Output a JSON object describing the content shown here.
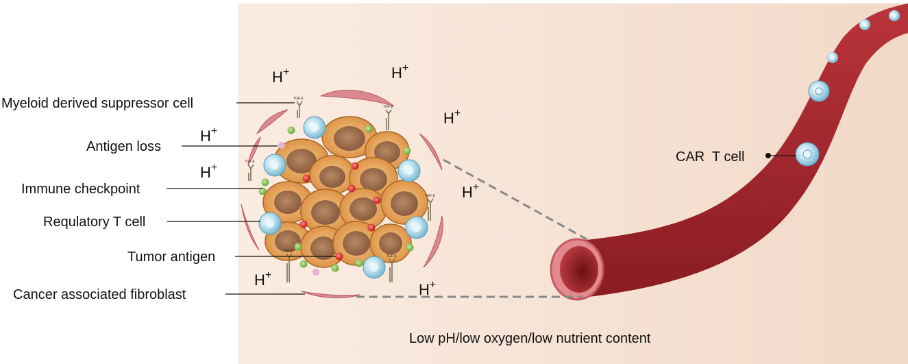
{
  "labels": {
    "mdsc": "Myeloid derived suppressor cell",
    "antigen_loss": "Antigen loss",
    "immune_checkpoint": "Immune checkpoint",
    "regulatory_t_cell": "Requlatory T cell",
    "tumor_antigen": "Tumor antigen",
    "caf": "Cancer associated fibroblast",
    "car_t_cell": "CAR  T cell",
    "environment": "Low pH/low oxygen/low nutrient content"
  },
  "proton": {
    "symbol": "H",
    "charge": "+"
  },
  "receptor_label": "TGF-β",
  "colors": {
    "environment_bg": "#f7e4d6",
    "vessel": "#a8282e",
    "tumor_cell": "#e8a95c",
    "nucleus": "#9b6a45",
    "immune_cell": "#9fd3e6",
    "fibroblast": "#d9868c",
    "antigen_red": "#e02a2a",
    "small_green": "#8fc85a",
    "leader_line": "#111111",
    "dashed_line": "#888888"
  }
}
